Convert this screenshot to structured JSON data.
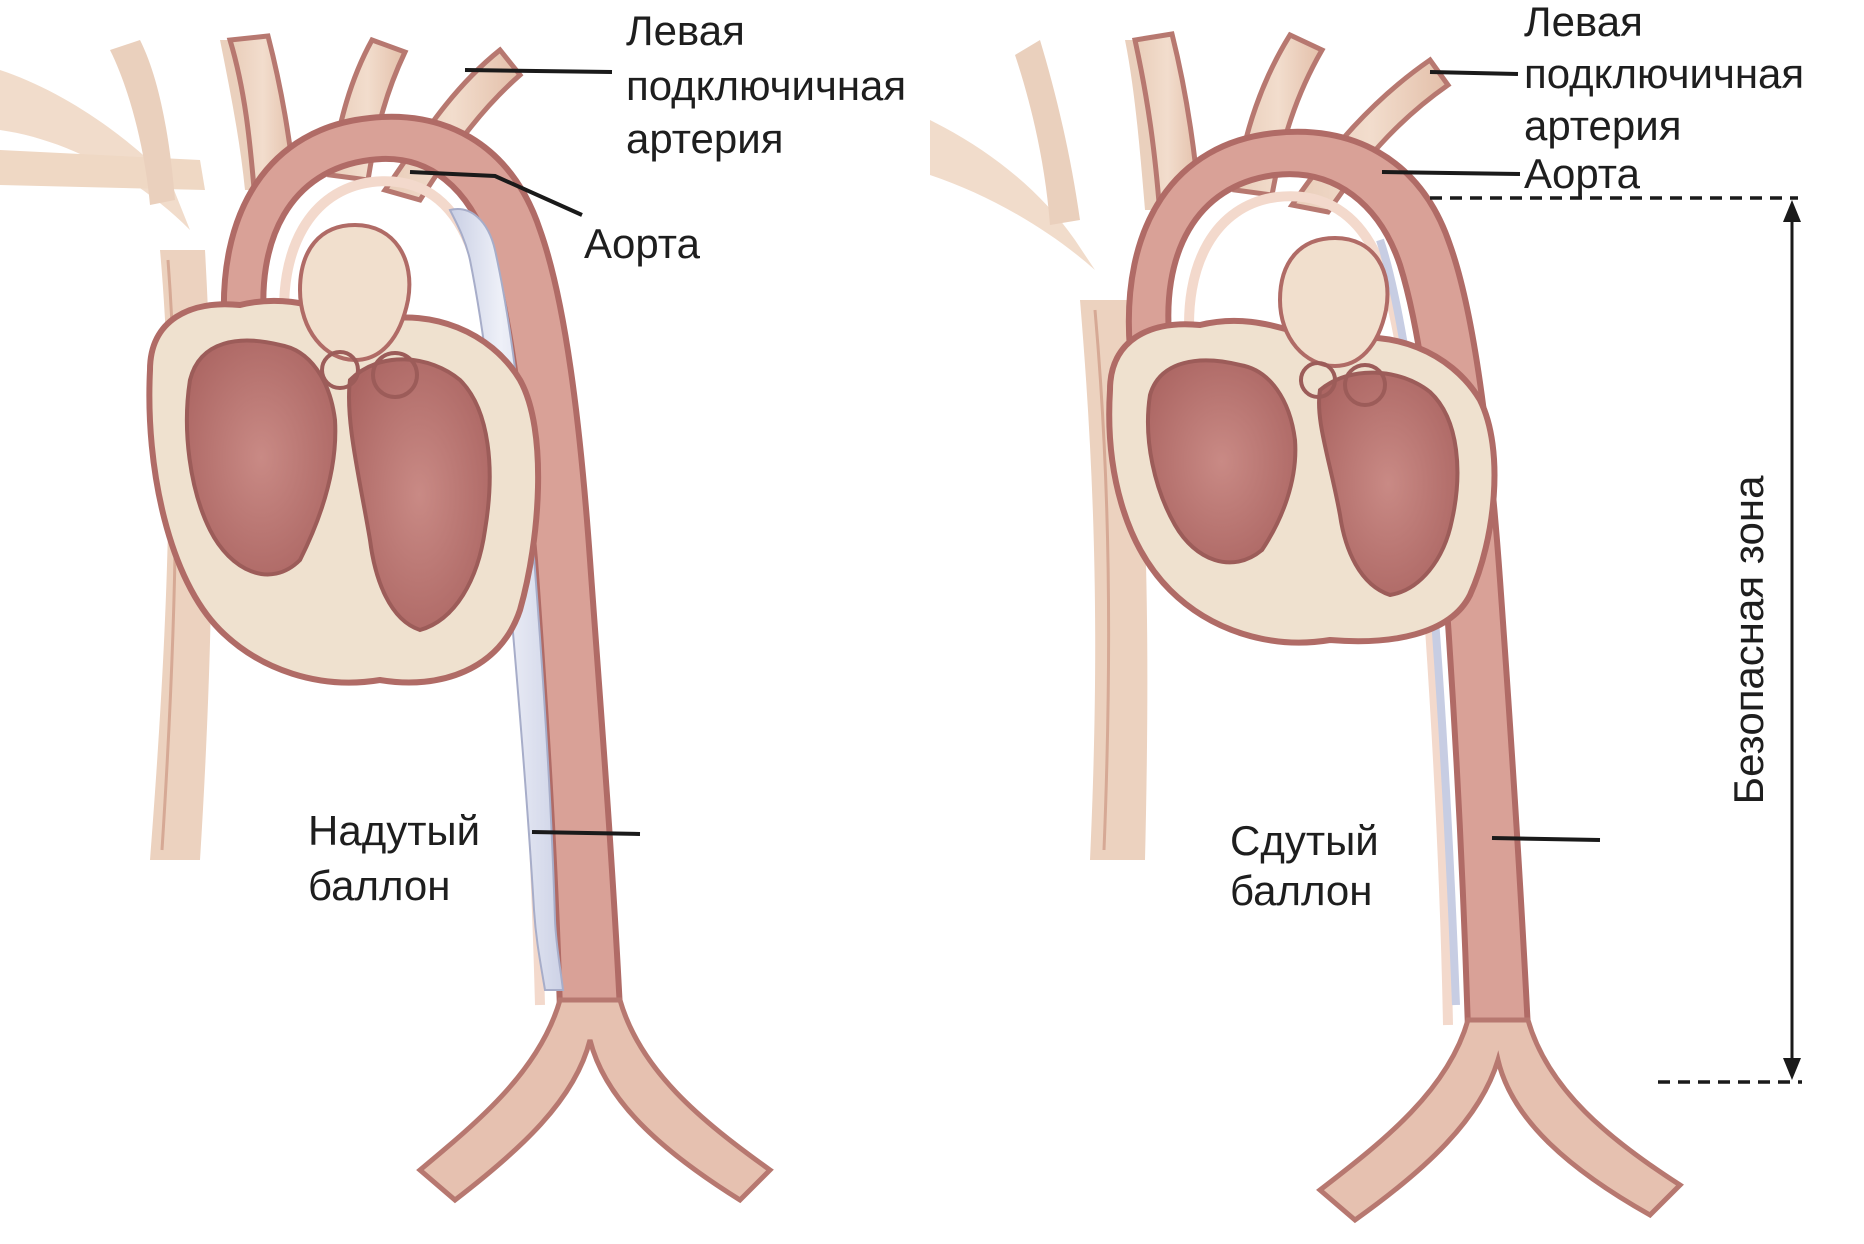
{
  "panels": [
    {
      "id": "inflated",
      "labels": {
        "subclavian": [
          "Левая",
          "подключичная",
          "артерия"
        ],
        "aorta": "Аорта",
        "balloon": [
          "Надутый",
          "баллон"
        ]
      }
    },
    {
      "id": "deflated",
      "labels": {
        "subclavian": [
          "Левая",
          "подключичная",
          "артерия"
        ],
        "aorta": "Аорта",
        "balloon": [
          "Сдутый",
          "баллон"
        ]
      }
    }
  ],
  "safe_zone_label": "Безопасная зона",
  "colors": {
    "vessel_outer": "#e8c6b3",
    "vessel_wall": "#b77870",
    "vessel_lumen": "#dfa79d",
    "heart_muscle": "#c27d78",
    "heart_fill": "#efe1cf",
    "balloon": "#dfe3f0",
    "text": "#1e1e1e"
  }
}
